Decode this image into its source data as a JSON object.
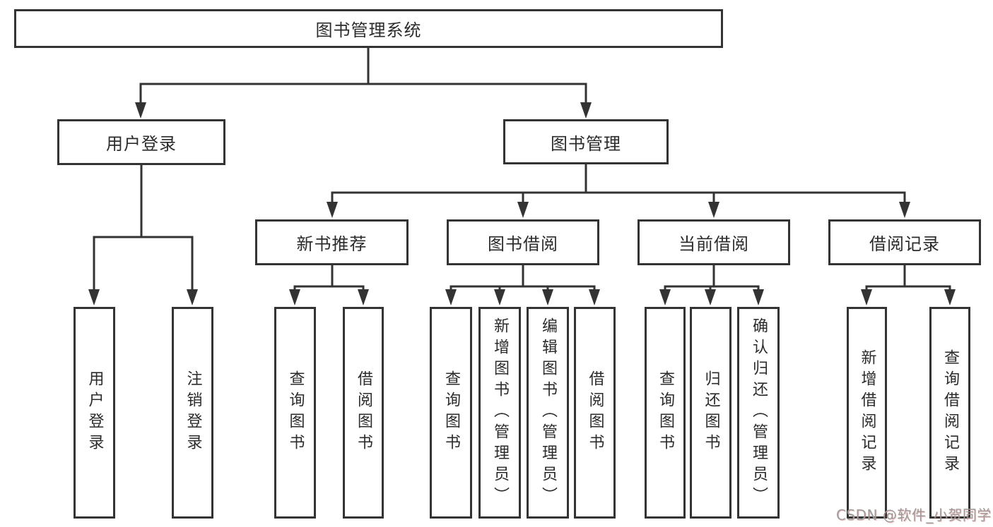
{
  "nodes": {
    "root": "图书管理系统",
    "level2": [
      "用户登录",
      "图书管理"
    ],
    "level3": [
      "新书推荐",
      "图书借阅",
      "当前借阅",
      "借阅记录"
    ],
    "level4": [
      "用户登录",
      "注销登录",
      "查询图书",
      "借阅图书",
      "查询图书",
      "新增图书（管理员）",
      "编辑图书（管理员）",
      "借阅图书",
      "查询图书",
      "归还图书",
      "确认归还（管理员）",
      "新增借阅记录",
      "查询借阅记录"
    ]
  },
  "watermark": "CSDN @软件_小贺同学",
  "colors": {
    "line": "#333333",
    "text": "#2b2b2b",
    "background": "#ffffff",
    "watermark": "#9b9b9b"
  }
}
